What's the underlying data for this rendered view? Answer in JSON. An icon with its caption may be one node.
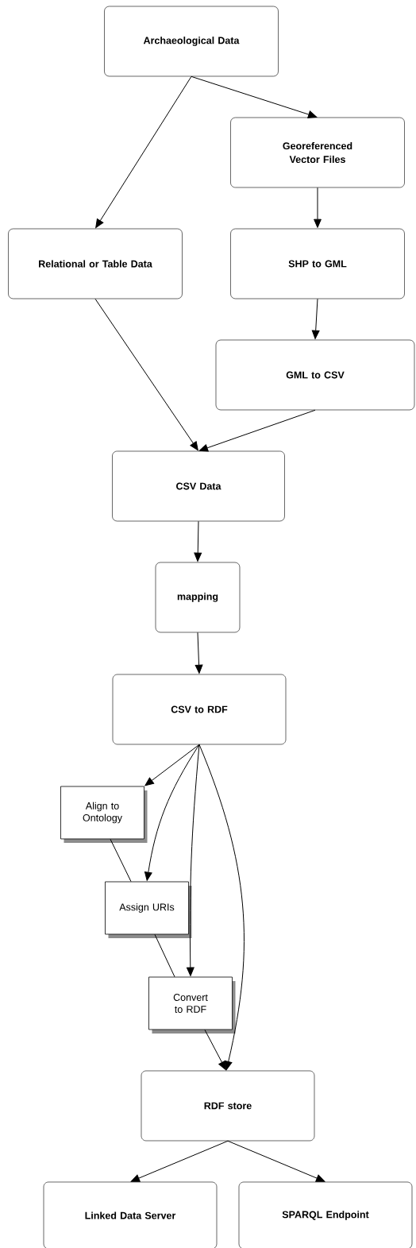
{
  "diagram": {
    "nodes": [
      {
        "text": [
          "Archaeological Data"
        ]
      },
      {
        "text": [
          "Georeferenced Vector Files"
        ]
      },
      {
        "text": [
          "Relational or Table Data"
        ]
      },
      {
        "text": [
          "SHP to GML"
        ]
      },
      {
        "text": [
          "GML to CSV"
        ]
      },
      {
        "text": [
          "CSV Data"
        ]
      },
      {
        "text": [
          "mapping"
        ]
      },
      {
        "text": [
          "CSV to RDF"
        ]
      },
      {
        "text": [
          "Align to Ontology"
        ]
      },
      {
        "text": [
          "Assign URIs"
        ]
      },
      {
        "text": [
          "Convert to RDF"
        ]
      },
      {
        "text": [
          "RDF store"
        ]
      },
      {
        "text": [
          "Linked Data Server"
        ]
      },
      {
        "text": [
          "SPARQL Endpoint"
        ]
      }
    ],
    "edges": [
      {
        "from": 0,
        "to": 2,
        "arrow": "to"
      },
      {
        "from": 0,
        "to": 1,
        "arrow": "to"
      },
      {
        "from": 1,
        "to": 3,
        "arrow": "to"
      },
      {
        "from": 3,
        "to": 4,
        "arrow": "to"
      },
      {
        "from": 2,
        "to": 5,
        "arrow": "to"
      },
      {
        "from": 4,
        "to": 5,
        "arrow": "to"
      },
      {
        "from": 5,
        "to": 6,
        "arrow": "to"
      },
      {
        "from": 6,
        "to": 7,
        "arrow": "to"
      },
      {
        "from": 7,
        "to": 8,
        "arrow": "to"
      },
      {
        "from": 7,
        "to": 9,
        "arrow": "to"
      },
      {
        "from": 7,
        "to": 10,
        "arrow": "to"
      },
      {
        "from": 7,
        "to": 11,
        "arrow": "to"
      },
      {
        "from": 8,
        "to": 9,
        "arrow": "none"
      },
      {
        "from": 9,
        "to": 10,
        "arrow": "none"
      },
      {
        "from": 10,
        "to": 11,
        "arrow": "to"
      },
      {
        "from": 11,
        "to": 12,
        "arrow": "to"
      },
      {
        "from": 11,
        "to": 13,
        "arrow": "to"
      }
    ]
  }
}
